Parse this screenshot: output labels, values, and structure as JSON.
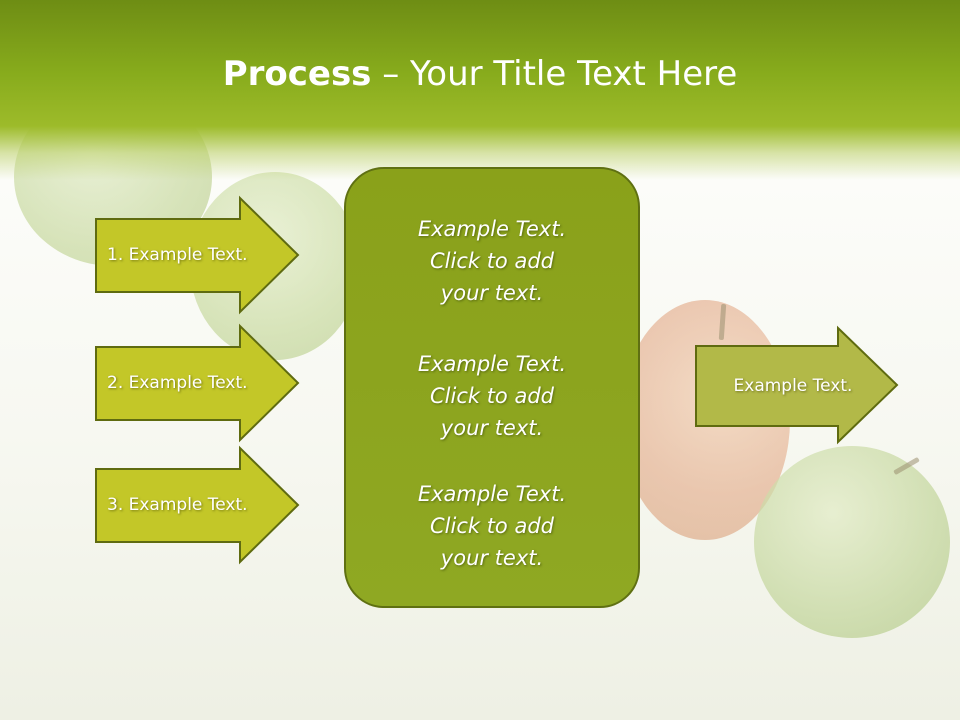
{
  "slide": {
    "title_bold": "Process",
    "title_rest": " – Your Title Text Here",
    "left_arrows": [
      {
        "label": "1. Example Text."
      },
      {
        "label": "2. Example Text."
      },
      {
        "label": "3. Example Text."
      }
    ],
    "center_box": {
      "paragraphs": [
        {
          "lines": [
            "Example Text.",
            "Click  to add",
            "your text."
          ]
        },
        {
          "lines": [
            "Example Text.",
            "Click  to add",
            "your text."
          ]
        },
        {
          "lines": [
            "Example Text.",
            "Click  to add",
            "your text."
          ]
        }
      ]
    },
    "right_arrow": {
      "label": "Example Text."
    }
  },
  "colors": {
    "header_green": "#7a9b16",
    "left_arrow_fill": "#c3c728",
    "left_arrow_border": "#5f6b10",
    "center_box_fill": "#8da51e",
    "right_arrow_fill": "#b2b948"
  }
}
